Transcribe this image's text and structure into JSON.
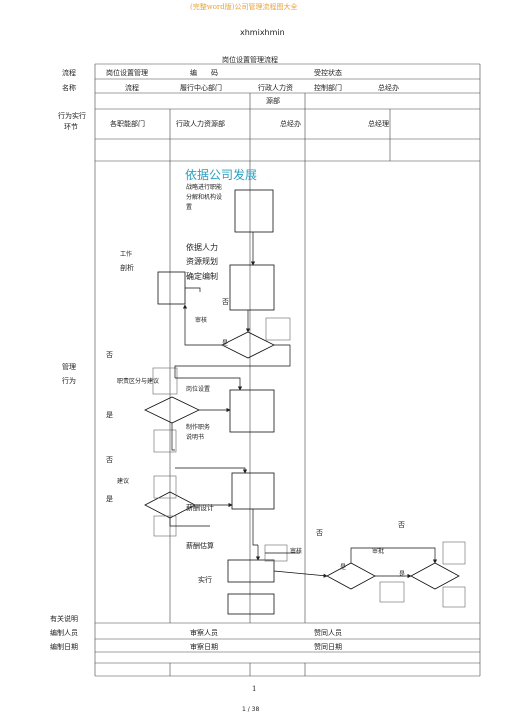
{
  "page_header": "(完整word版)公司管理流程图大全",
  "doc_id": "xhmixhmin",
  "section_title": "岗位设置管理流程",
  "header_row1": {
    "process": "流程",
    "post_mgmt": "岗位设置管理",
    "code": "编　　码",
    "status": "受控状态"
  },
  "header_row2": {
    "name": "名称",
    "flow": "流程",
    "performer": "履行中心部门",
    "hr_dept": "行政人力资",
    "control_dept": "控制部门",
    "gm": "总经办"
  },
  "header_row2b": {
    "source_dept": "源部"
  },
  "lane_header": {
    "label1": "行为实行",
    "label2": "环节",
    "col1": "各职能部门",
    "col2": "行政人力资源部",
    "col3": "总经办",
    "col4": "总经理"
  },
  "steps": {
    "basis_title": "依据公司发展",
    "basis_l1": "战略进行职能",
    "basis_l2": "分解和机构设",
    "basis_l3": "置",
    "work": "工作",
    "analysis": "剖析",
    "hr_plan1": "依据人力",
    "hr_plan2": "资源规划",
    "establish": "确定编制",
    "no1": "否",
    "review": "审核",
    "yes1": "是",
    "mgmt1": "管理",
    "mgmt2": "行为",
    "no2": "否",
    "duty_suggest": "职责区分与建议",
    "post_setup": "岗位设置",
    "yes2": "是",
    "duty_doc1": "制作职务",
    "duty_doc2": "说明书",
    "no3": "否",
    "suggest": "建议",
    "yes3": "是",
    "salary_design": "薪酬设计",
    "no4": "否",
    "no5": "否",
    "salary_estimate": "薪酬估算",
    "review2": "审核",
    "approve": "审批",
    "yes4": "是",
    "yes5": "是",
    "execute": "实行"
  },
  "footer": {
    "notes": "有关说明",
    "prepared_by": "编制人员",
    "prepared_date": "编制日期",
    "reviewer": "审察人员",
    "review_date": "审察日期",
    "approver": "赞同人员",
    "approve_date": "赞同日期"
  },
  "page_number": "1",
  "page_counter": "1 / 38"
}
